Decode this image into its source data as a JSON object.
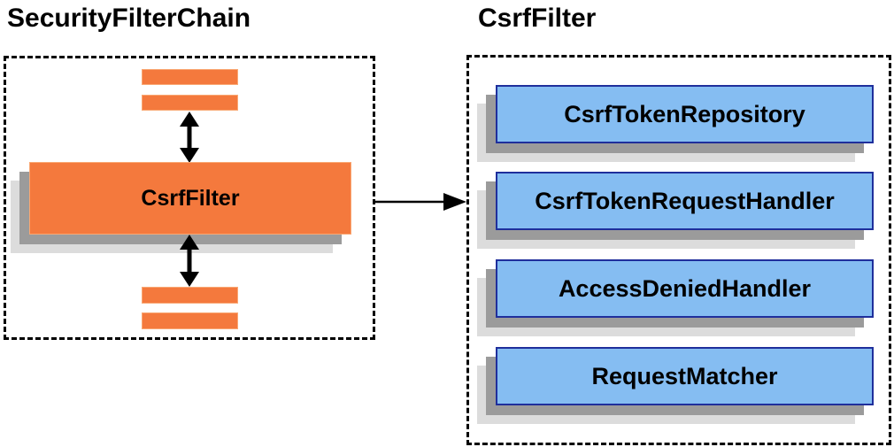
{
  "left_panel": {
    "title": "SecurityFilterChain",
    "csrf_filter_label": "CsrfFilter"
  },
  "right_panel": {
    "title": "CsrfFilter",
    "components": [
      {
        "label": "CsrfTokenRepository"
      },
      {
        "label": "CsrfTokenRequestHandler"
      },
      {
        "label": "AccessDeniedHandler"
      },
      {
        "label": "RequestMatcher"
      }
    ]
  },
  "colors": {
    "orange": "#F4793D",
    "blue_fill": "#85BDF2",
    "blue_border": "#1F2F9C",
    "shadow_dark": "#9B9B9B",
    "shadow_light": "#DCDCDC",
    "arrow": "#000000"
  }
}
